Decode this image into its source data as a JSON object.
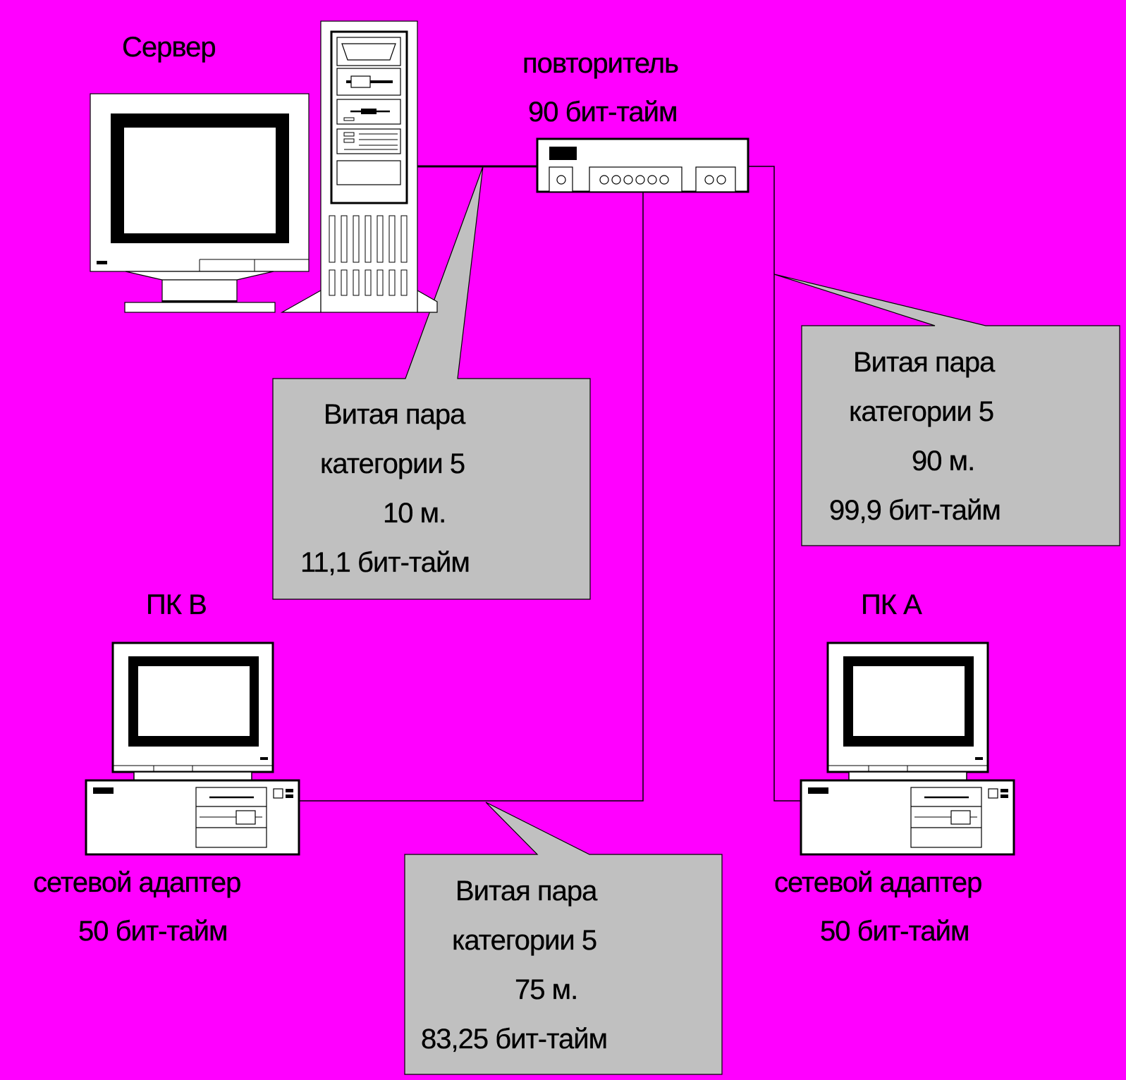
{
  "colors": {
    "background": "#FF00FF",
    "callout_fill": "#C0C0C0",
    "equipment_fill": "#FFFFFF",
    "outline": "#000000"
  },
  "labels": {
    "server_title": "Сервер",
    "repeater_title": "повторитель",
    "repeater_delay": "90 бит-тайм",
    "pc_b_title": "ПК В",
    "pc_a_title": "ПК А",
    "pc_b_adapter_name": "сетевой адаптер",
    "pc_b_adapter_delay": "50 бит-тайм",
    "pc_a_adapter_name": "сетевой адаптер",
    "pc_a_adapter_delay": "50 бит-тайм"
  },
  "callouts": {
    "server_link": {
      "line1": "Витая пара",
      "line2": "категории 5",
      "length": "10 м.",
      "delay": "11,1 бит-тайм"
    },
    "pc_a_link": {
      "line1": "Витая пара",
      "line2": "категории 5",
      "length": "90 м.",
      "delay": "99,9 бит-тайм"
    },
    "pc_b_link": {
      "line1": "Витая пара",
      "line2": "категории 5",
      "length": "75 м.",
      "delay": "83,25 бит-тайм"
    }
  },
  "icons": {
    "server": "server-workstation-icon",
    "repeater": "repeater-hub-icon",
    "pc_b": "desktop-pc-icon",
    "pc_a": "desktop-pc-icon"
  }
}
